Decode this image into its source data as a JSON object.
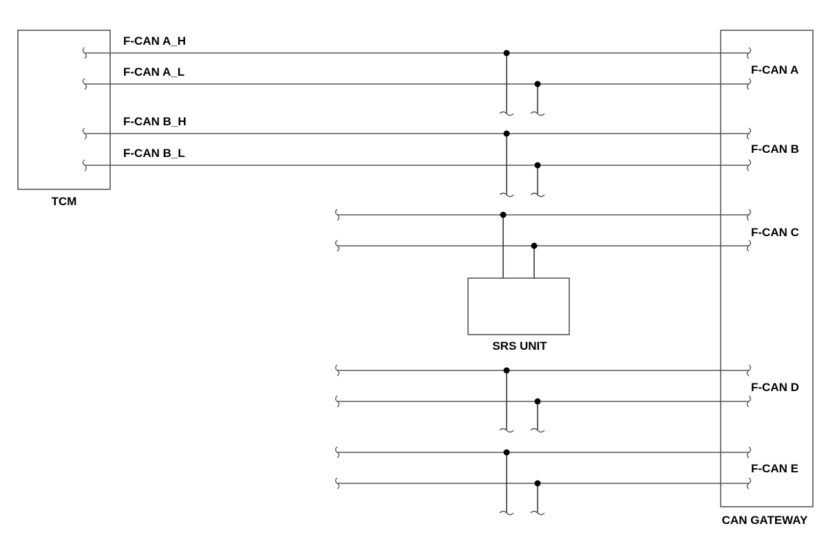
{
  "modules": {
    "tcm": "TCM",
    "srs_unit": "SRS UNIT",
    "can_gateway": "CAN GATEWAY"
  },
  "wire_labels": {
    "a_h": "F-CAN A_H",
    "a_l": "F-CAN A_L",
    "b_h": "F-CAN B_H",
    "b_l": "F-CAN B_L"
  },
  "gateway_ports": {
    "a": "F-CAN A",
    "b": "F-CAN B",
    "c": "F-CAN C",
    "d": "F-CAN D",
    "e": "F-CAN E"
  }
}
